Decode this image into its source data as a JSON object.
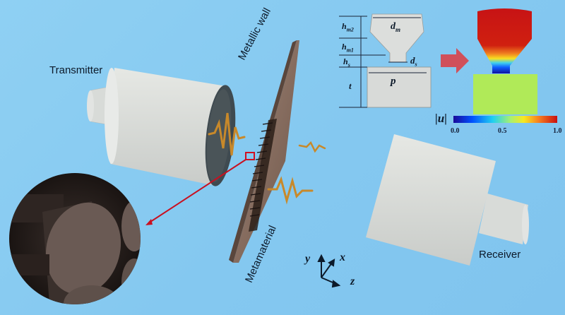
{
  "figure": {
    "labels": {
      "transmitter": "Transmitter",
      "receiver": "Receiver",
      "metallic_wall": "Metallic wall",
      "metamaterial": "Metamaterial"
    },
    "axes": {
      "y": "y",
      "x": "x",
      "z": "z"
    },
    "unit_cell": {
      "dimensions": {
        "h_m2": "h",
        "h_m2_sub": "m2",
        "h_m1": "h",
        "h_m1_sub": "m1",
        "h_s": "h",
        "h_s_sub": "s",
        "t": "t",
        "d_m": "d",
        "d_m_sub": "m",
        "d_s": "d",
        "d_s_sub": "s",
        "p": "p"
      }
    },
    "colorbar": {
      "label": "|u|",
      "ticks": [
        "0.0",
        "0.5",
        "1.0"
      ],
      "colors": [
        "#1a0a9a",
        "#0050ff",
        "#20d0f0",
        "#a8f070",
        "#f8e820",
        "#f88020",
        "#c81010"
      ]
    },
    "colors": {
      "background": "#86c9f0",
      "transducer_body": "#d6d9d6",
      "wall": "#8a7266",
      "wave": "#c8892a",
      "arrow": "#d0505a",
      "pointer": "#d01020"
    }
  }
}
